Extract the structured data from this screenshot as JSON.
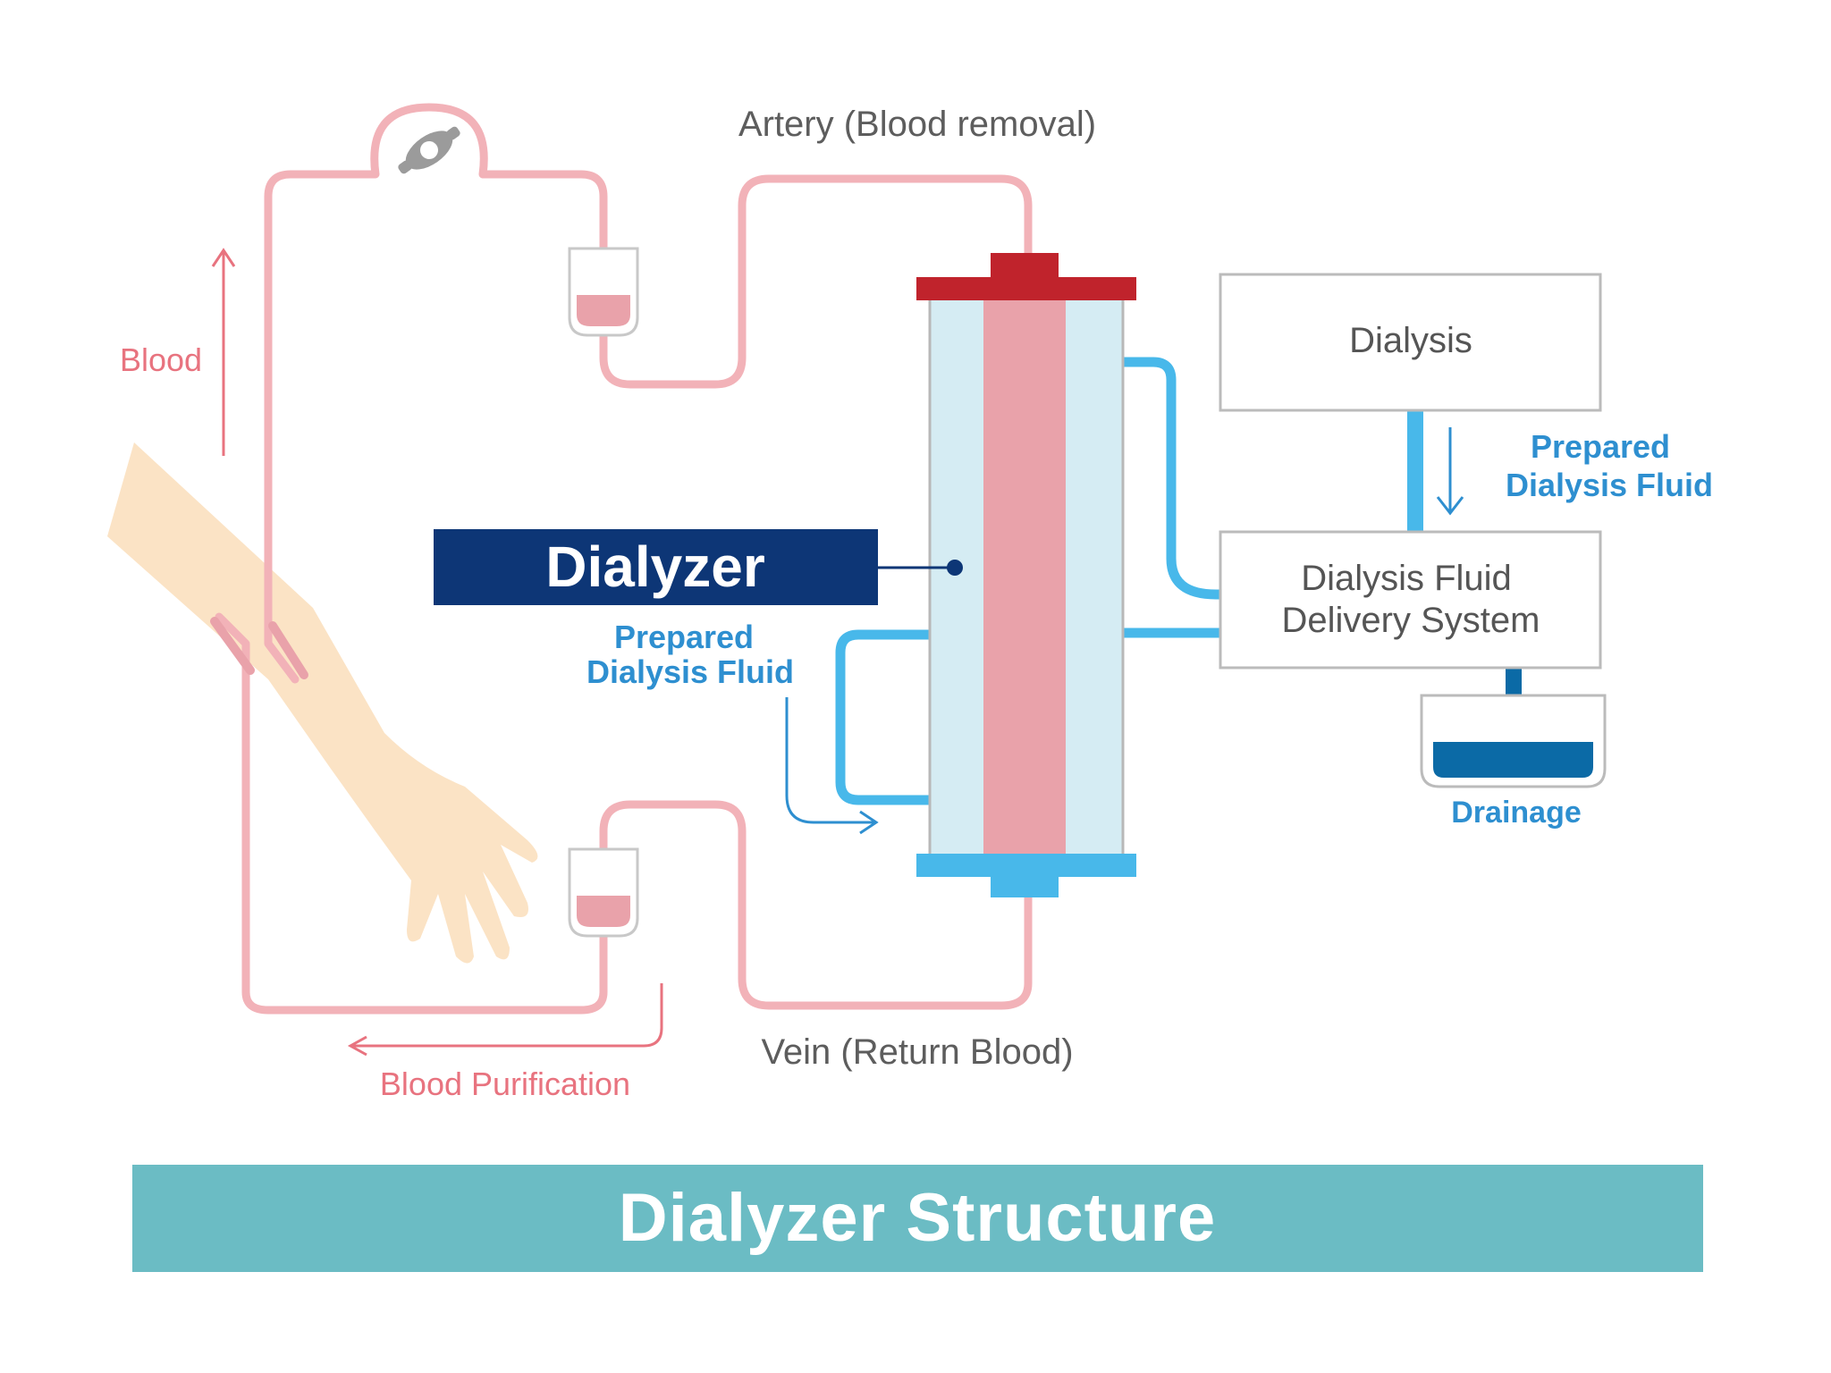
{
  "labels": {
    "artery": "Artery (Blood removal)",
    "vein": "Vein (Return Blood)",
    "blood": "Blood",
    "blood_purification": "Blood Purification",
    "dialyzer": "Dialyzer",
    "prepared_fluid_left_line1": "Prepared",
    "prepared_fluid_left_line2": "Dialysis Fluid",
    "prepared_fluid_right_line1": "Prepared",
    "prepared_fluid_right_line2": "Dialysis Fluid",
    "dialysis_box": "Dialysis",
    "delivery_line1": "Dialysis Fluid",
    "delivery_line2": "Delivery System",
    "drainage": "Drainage",
    "footer_title": "Dialyzer Structure"
  },
  "colors": {
    "blood_tube": "#f2b2b8",
    "blood_fill": "#e9a2aa",
    "blood_red": "#c0232c",
    "fluid_blue": "#48b8ea",
    "shell_blue": "#d5ecf3",
    "navy": "#0d3676",
    "drain_blue": "#0b6aa6",
    "box_border": "#bbbbbb",
    "footer_teal": "#6bbcc4",
    "skin": "#fbe3c5"
  },
  "icons": {
    "clamp": "clamp-icon"
  }
}
